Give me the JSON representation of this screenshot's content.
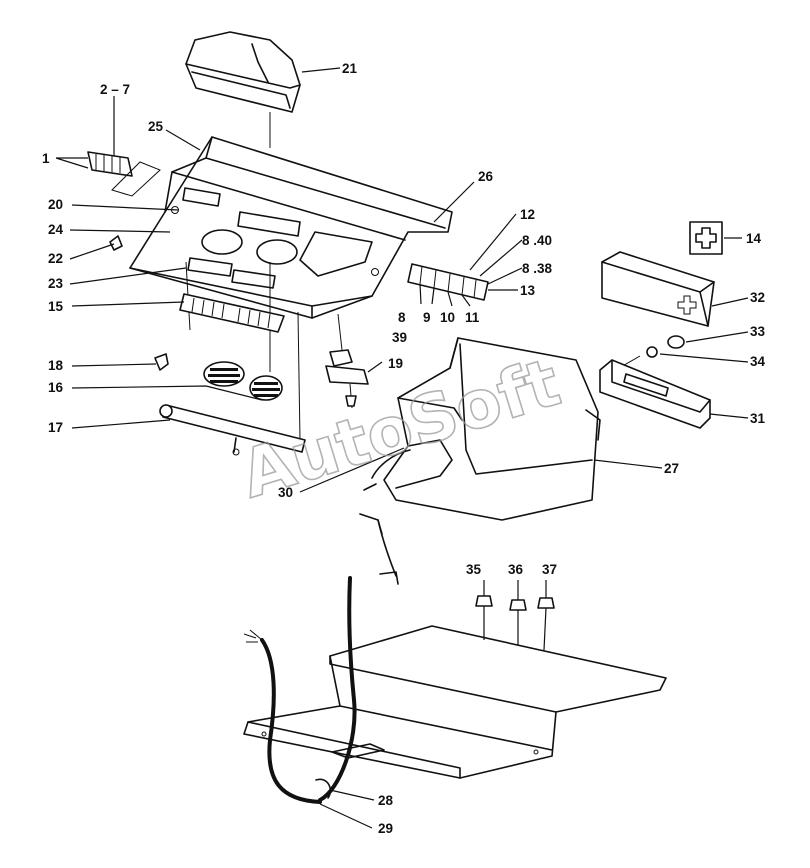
{
  "watermark": "AutoSoft",
  "callouts": {
    "c1": "1",
    "c2_7": "2 – 7",
    "c8": "8",
    "c8_38": "8 .38",
    "c8_40": "8 .40",
    "c9": "9",
    "c10": "10",
    "c11": "11",
    "c12": "12",
    "c13": "13",
    "c14": "14",
    "c15": "15",
    "c16": "16",
    "c17": "17",
    "c18": "18",
    "c19": "19",
    "c20": "20",
    "c21": "21",
    "c22": "22",
    "c23": "23",
    "c24": "24",
    "c25": "25",
    "c26": "26",
    "c27": "27",
    "c28": "28",
    "c29": "29",
    "c30": "30",
    "c31": "31",
    "c32": "32",
    "c33": "33",
    "c34": "34",
    "c35": "35",
    "c36": "36",
    "c37": "37",
    "c39": "39"
  }
}
